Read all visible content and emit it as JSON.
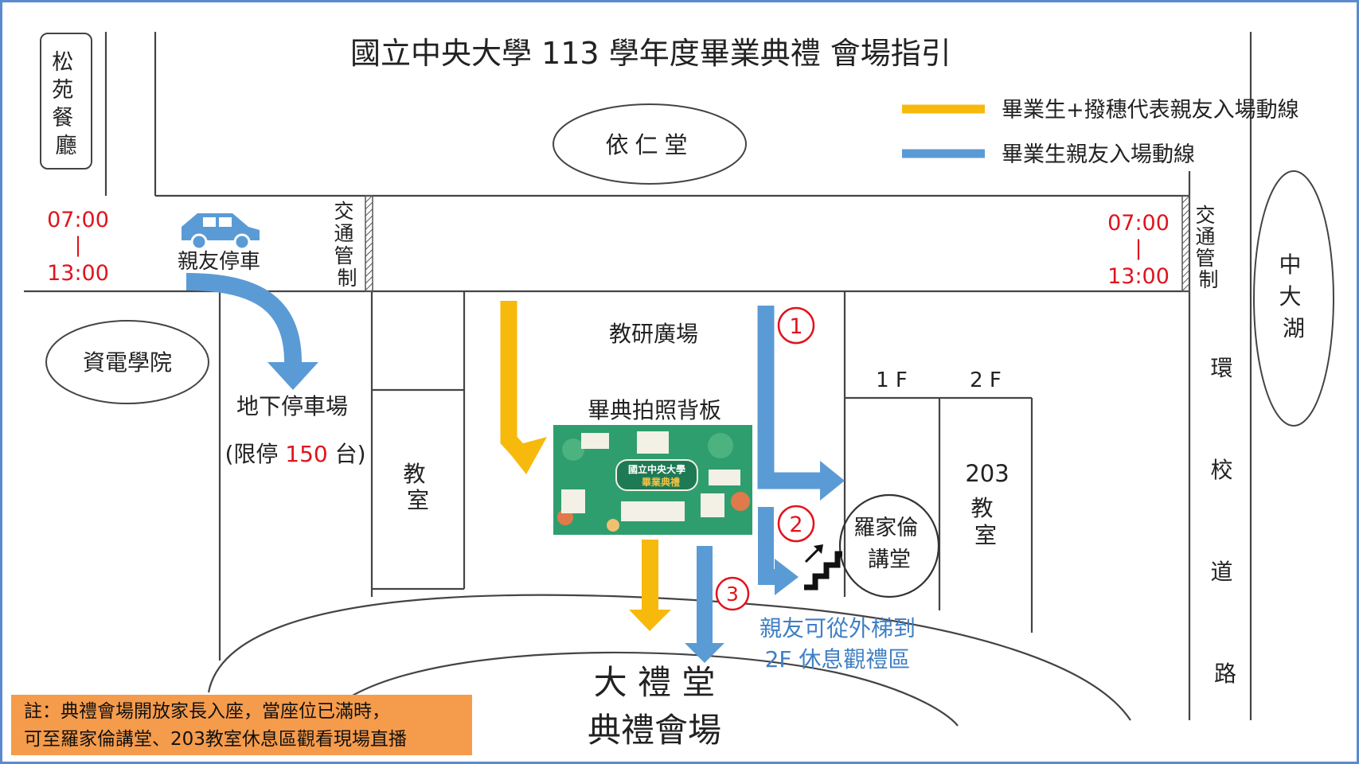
{
  "title": "國立中央大學 113 學年度畢業典禮 會場指引",
  "legend": {
    "items": [
      {
        "label": "畢業生+撥穗代表親友入場動線",
        "color": "#f7b90b"
      },
      {
        "label": "畢業生親友入場動線",
        "color": "#5b9bd5"
      }
    ]
  },
  "places": {
    "songyuan": "松苑餐廳",
    "yiren": "依仁堂",
    "zidian": "資電學院",
    "parking": "地下停車場",
    "parking_limit_pre": "(限停 ",
    "parking_limit_num": "150",
    "parking_limit_post": " 台)",
    "classroom_left": "教室",
    "plaza": "教研廣場",
    "backdrop": "畢典拍照背板",
    "floor1": "1 F",
    "floor2": "2 F",
    "luo": "羅家倫講堂",
    "room203_num": "203",
    "room203_word": "教室",
    "lake": "中大湖",
    "ring_road": "環校道路",
    "traffic_control": "交通管制",
    "auditorium_line1": "大 禮 堂",
    "auditorium_line2": "典禮會場",
    "car_label": "親友停車",
    "upstairs_note_1": "親友可從外梯到",
    "upstairs_note_2": "2F 休息觀禮區"
  },
  "times": {
    "start": "07:00",
    "dash": "|",
    "end": "13:00"
  },
  "markers": [
    "1",
    "2",
    "3"
  ],
  "backdrop_image": {
    "line1": "國立中央大學",
    "line2": "畢業典禮"
  },
  "note": {
    "line1": "註：典禮會場開放家長入座，當座位已滿時，",
    "line2": "可至羅家倫講堂、203教室休息區觀看現場直播"
  },
  "colors": {
    "yellow": "#f7b90b",
    "blue": "#5b9bd5",
    "red": "#e0141e",
    "note_bg": "#f59b4c",
    "border": "#5b8ad0"
  },
  "icons": [
    "car-icon",
    "stairs-icon"
  ]
}
